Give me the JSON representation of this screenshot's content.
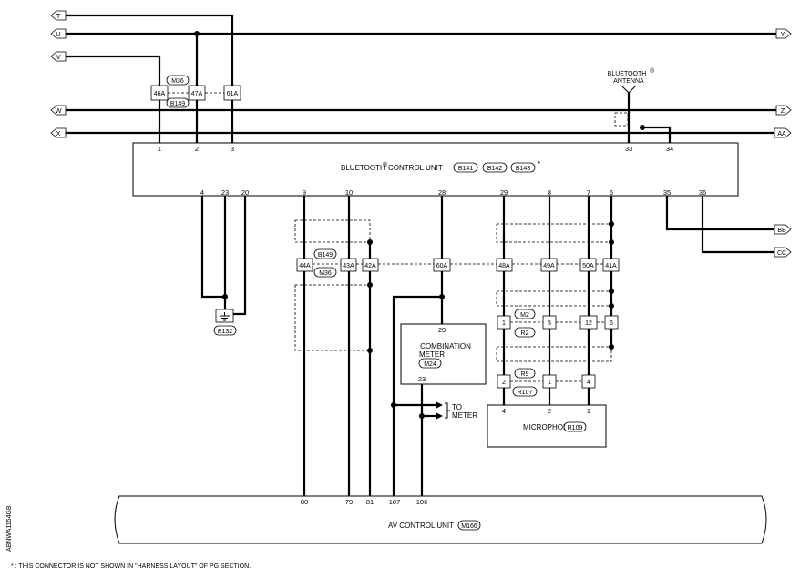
{
  "connectors_left": [
    "T",
    "U",
    "V",
    "W",
    "X"
  ],
  "connectors_right": [
    "Y",
    "Z",
    "AA",
    "BB",
    "CC"
  ],
  "harness_top": {
    "m36": "M36",
    "b149": "B149",
    "c46": "46A",
    "c47": "47A",
    "c61": "61A"
  },
  "antenna": {
    "line1": "BLUETOOTH",
    "line2": "ANTENNA",
    "reg": "®"
  },
  "bt_unit": {
    "title": "BLUETOOTH",
    "reg": "®",
    "title_rest": " CONTROL UNIT",
    "conn1": "B141",
    "conn2": "B142",
    "conn3": "B143",
    "star": "*",
    "top_pins": [
      "1",
      "2",
      "3",
      "33",
      "34"
    ],
    "bottom_pins": [
      "4",
      "23",
      "20",
      "9",
      "10",
      "28",
      "29",
      "8",
      "7",
      "6",
      "35",
      "36"
    ]
  },
  "harness_mid": {
    "b149": "B149",
    "m36": "M36",
    "c44": "44A",
    "c43": "43A",
    "c42": "42A",
    "c60": "60A",
    "c48": "48A",
    "c49": "49A",
    "c50": "50A",
    "c41": "41A"
  },
  "ground": {
    "conn": "B132"
  },
  "meter": {
    "line1": "COMBINATION",
    "line2": "METER",
    "conn": "M24",
    "pin_in": "29",
    "pin_out": "23"
  },
  "to_meter": {
    "line1": "TO",
    "line2": "METER"
  },
  "mic_harness": {
    "m2": "M2",
    "r2": "R2",
    "r9": "R9",
    "r107": "R107",
    "row1": [
      "1",
      "5",
      "12",
      "6"
    ],
    "row2": [
      "2",
      "1",
      "4"
    ]
  },
  "mic": {
    "label": "MICROPHONE",
    "conn": "R109",
    "pins": [
      "4",
      "2",
      "1"
    ]
  },
  "av_unit": {
    "label": "AV CONTROL UNIT",
    "conn": "M166",
    "pins": [
      "80",
      "79",
      "81",
      "107",
      "106"
    ]
  },
  "footnote": "* : THIS CONNECTOR IS NOT SHOWN IN \"HARNESS LAYOUT\" OF PG SECTION.",
  "side_code": "ABNWA1154GB"
}
